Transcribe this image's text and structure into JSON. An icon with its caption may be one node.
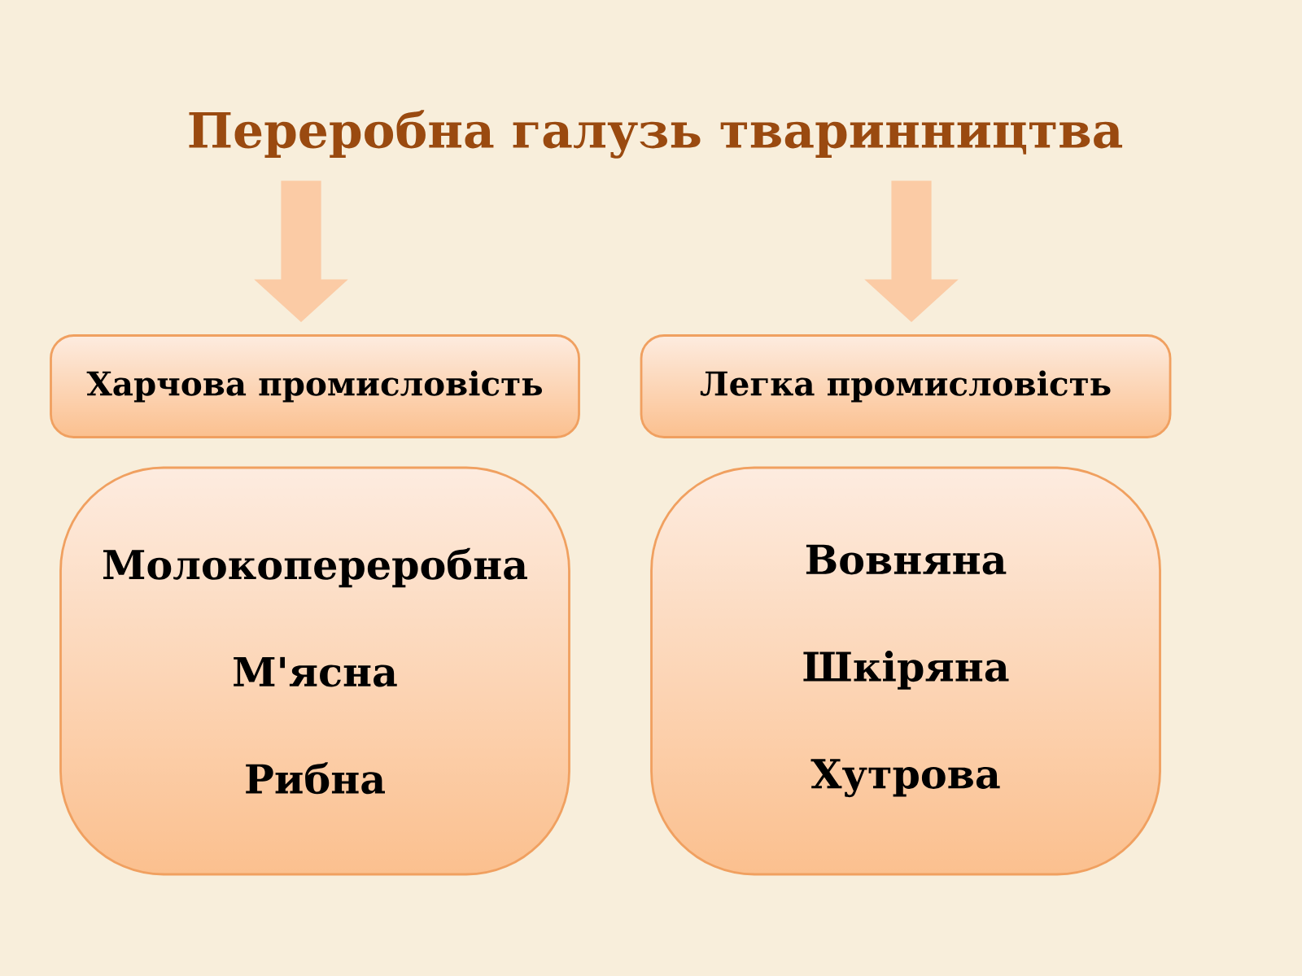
{
  "diagram": {
    "nodes": [
      {
        "text": [
          "Переробна галузь тваринництва"
        ]
      },
      {
        "text": [
          "Харчова промисловість"
        ]
      },
      {
        "text": [
          "Легка промисловість"
        ]
      },
      {
        "text": [
          "Молокопереробна",
          "М'ясна",
          "Рибна"
        ]
      },
      {
        "text": [
          "Вовняна",
          "Шкіряна",
          "Хутрова"
        ]
      }
    ],
    "edges": [
      {
        "from": 0,
        "to": 1,
        "arrow": "to"
      },
      {
        "from": 0,
        "to": 2,
        "arrow": "to"
      }
    ]
  }
}
